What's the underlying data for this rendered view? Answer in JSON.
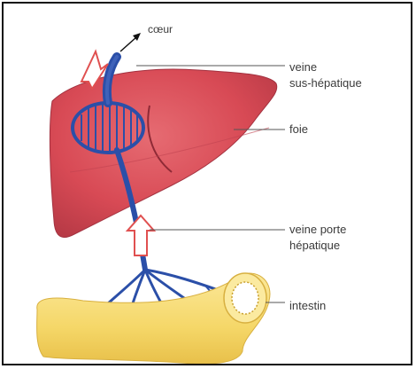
{
  "labels": {
    "heart": "cœur",
    "hepatic_vein_1": "veine",
    "hepatic_vein_2": "sus-hépatique",
    "liver": "foie",
    "portal_vein_1": "veine porte",
    "portal_vein_2": "hépatique",
    "intestine": "intestin"
  },
  "colors": {
    "liver": "#d84a55",
    "liver_dark": "#b83a46",
    "vessel": "#2b4fa8",
    "intestine": "#f5d768",
    "arrow": "#e05050",
    "leader": "#555555"
  }
}
